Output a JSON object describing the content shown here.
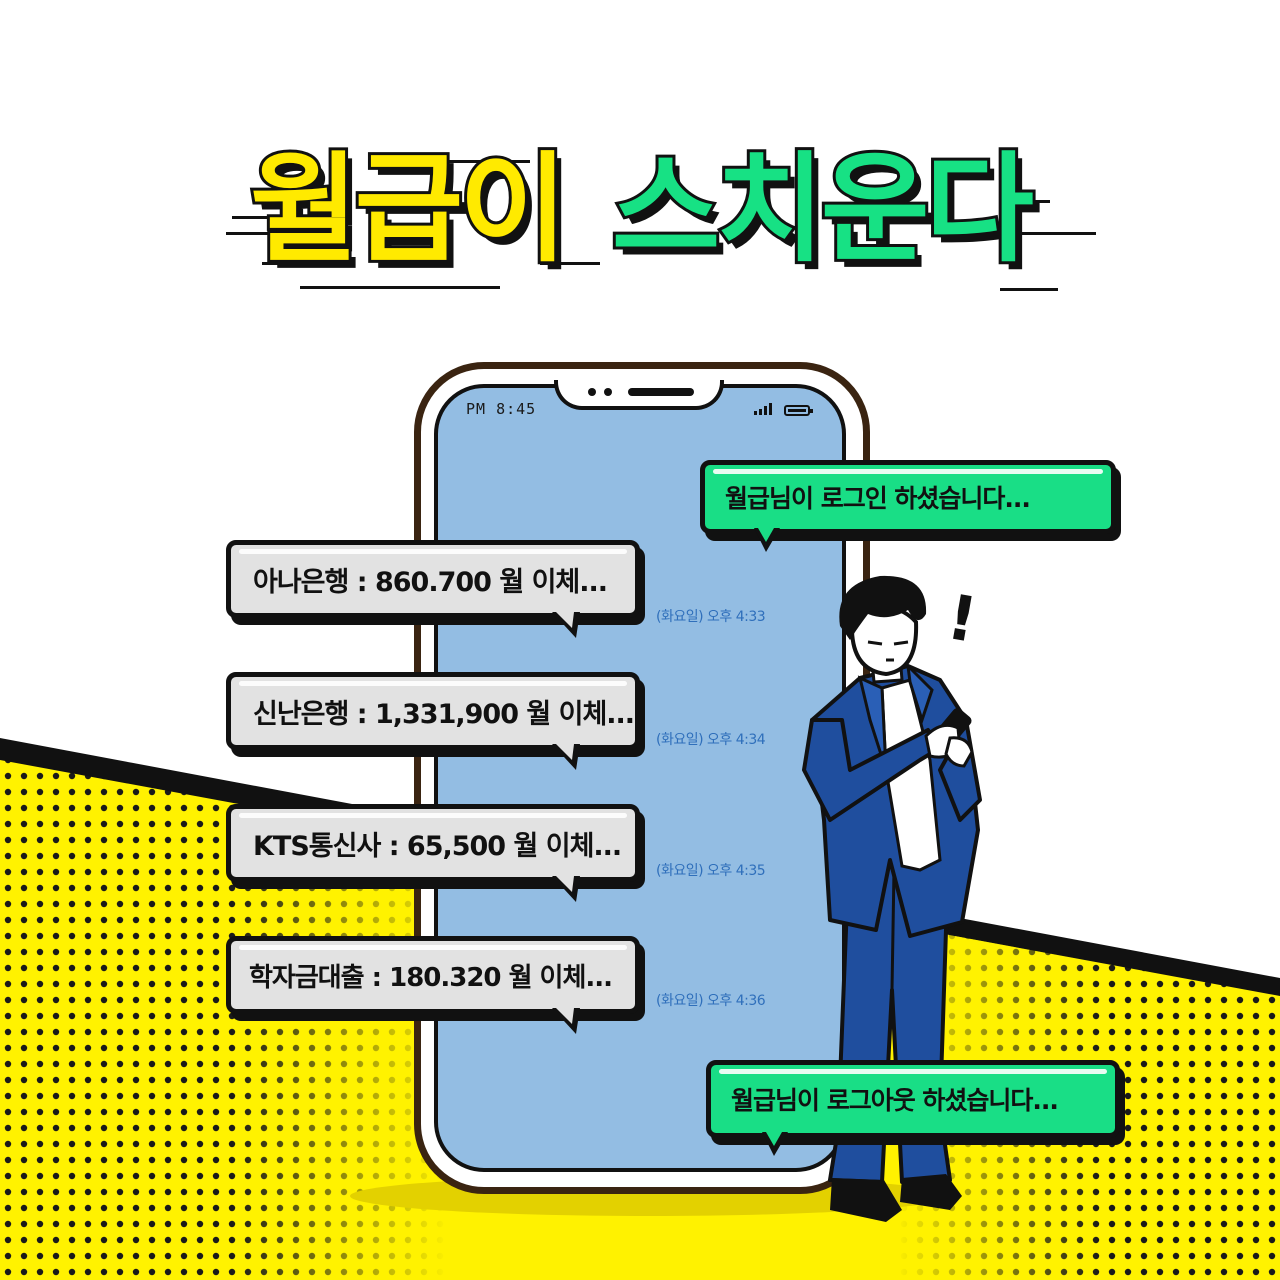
{
  "title": {
    "part1": "월급이",
    "part2": "스치운다"
  },
  "phone": {
    "status_time": "PM 8:45"
  },
  "bubbles": {
    "login": "월급님이 로그인 하셨습니다...",
    "logout": "월급님이 로그아웃 하셨습니다...",
    "messages": [
      {
        "text": "아나은행 : 860.700 월 이체...",
        "time": "(화요일) 오후 4:33"
      },
      {
        "text": "신난은행 : 1,331,900 월 이체...",
        "time": "(화요일) 오후 4:34"
      },
      {
        "text": "KTS통신사 : 65,500 월 이체...",
        "time": "(화요일) 오후 4:35"
      },
      {
        "text": "학자금대출 : 180.320 월 이체...",
        "time": "(화요일) 오후 4:36"
      }
    ]
  },
  "character": {
    "exclamation": "!"
  },
  "colors": {
    "yellow": "#ffea00",
    "green": "#19de86",
    "screen_blue": "#93bde3",
    "suit_blue": "#1f4e9e",
    "timestamp_blue": "#2f6fbb"
  }
}
